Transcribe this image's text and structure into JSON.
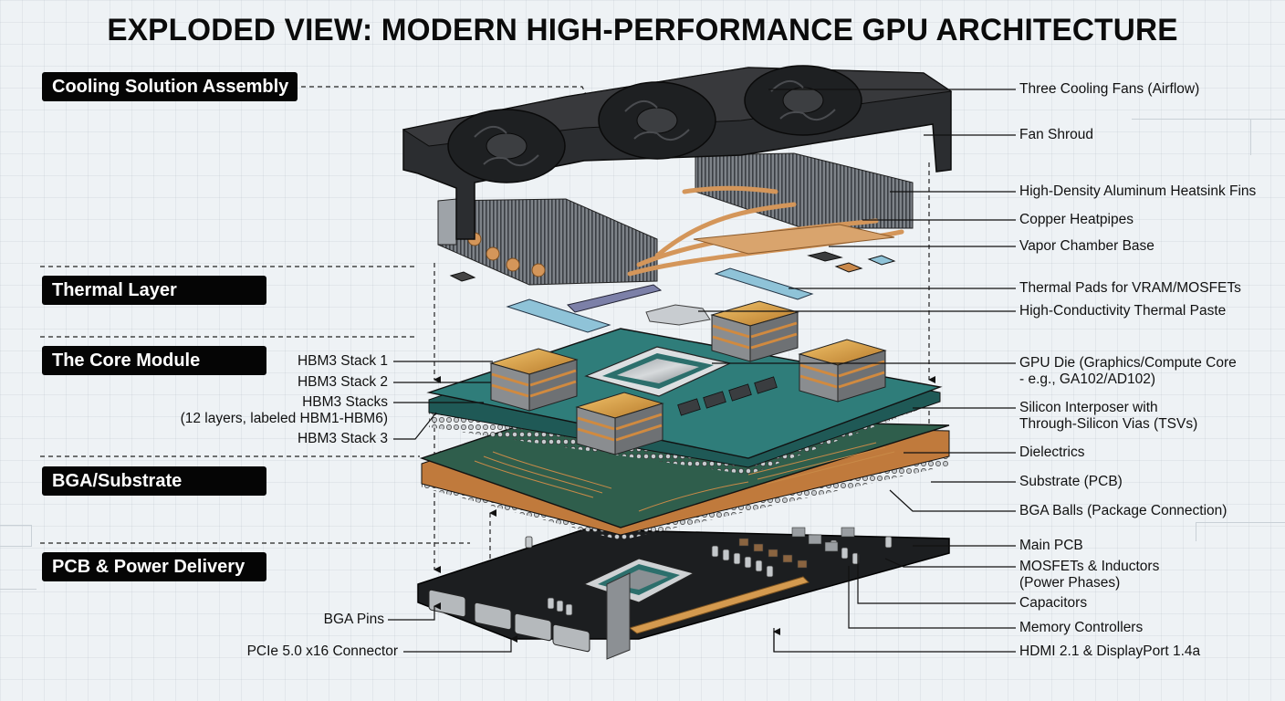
{
  "title": "EXPLODED VIEW: MODERN HIGH-PERFORMANCE GPU ARCHITECTURE",
  "sections": [
    {
      "id": "cooling",
      "label": "Cooling Solution Assembly"
    },
    {
      "id": "thermal",
      "label": "Thermal Layer"
    },
    {
      "id": "core",
      "label": "The Core Module"
    },
    {
      "id": "bga",
      "label": "BGA/Substrate"
    },
    {
      "id": "pcb",
      "label": "PCB & Power Delivery"
    }
  ],
  "left_callouts": [
    {
      "id": "hbm3-stack-1",
      "lines": [
        "HBM3 Stack 1"
      ]
    },
    {
      "id": "hbm3-stack-2",
      "lines": [
        "HBM3 Stack 2"
      ]
    },
    {
      "id": "hbm3-stacks",
      "lines": [
        "HBM3 Stacks",
        "(12 layers, labeled HBM1-HBM6)"
      ]
    },
    {
      "id": "hbm3-stack-3",
      "lines": [
        "HBM3 Stack 3"
      ]
    },
    {
      "id": "bga-pins",
      "lines": [
        "BGA Pins"
      ]
    },
    {
      "id": "pcie-connector",
      "lines": [
        "PCIe 5.0 x16 Connector"
      ]
    }
  ],
  "right_callouts": [
    {
      "id": "three-cooling-fans",
      "lines": [
        "Three Cooling Fans (Airflow)"
      ]
    },
    {
      "id": "fan-shroud",
      "lines": [
        "Fan Shroud"
      ]
    },
    {
      "id": "heatsink-fins",
      "lines": [
        "High-Density Aluminum Heatsink Fins"
      ]
    },
    {
      "id": "copper-heatpipes",
      "lines": [
        "Copper Heatpipes"
      ]
    },
    {
      "id": "vapor-chamber",
      "lines": [
        "Vapor Chamber Base"
      ]
    },
    {
      "id": "thermal-pads",
      "lines": [
        "Thermal Pads for VRAM/MOSFETs"
      ]
    },
    {
      "id": "thermal-paste",
      "lines": [
        "High-Conductivity Thermal Paste"
      ]
    },
    {
      "id": "gpu-die",
      "lines": [
        "GPU Die (Graphics/Compute Core",
        "- e.g., GA102/AD102)"
      ]
    },
    {
      "id": "silicon-interposer",
      "lines": [
        "Silicon Interposer with",
        "Through-Silicon Vias (TSVs)"
      ]
    },
    {
      "id": "dielectrics",
      "lines": [
        "Dielectrics"
      ]
    },
    {
      "id": "substrate",
      "lines": [
        "Substrate (PCB)"
      ]
    },
    {
      "id": "bga-balls",
      "lines": [
        "BGA Balls (Package Connection)"
      ]
    },
    {
      "id": "main-pcb",
      "lines": [
        "Main PCB"
      ]
    },
    {
      "id": "mosfets-inductors",
      "lines": [
        "MOSFETs & Inductors",
        "(Power Phases)"
      ]
    },
    {
      "id": "capacitors",
      "lines": [
        "Capacitors"
      ]
    },
    {
      "id": "memory-controllers",
      "lines": [
        "Memory Controllers"
      ]
    },
    {
      "id": "display-outputs",
      "lines": [
        "HDMI 2.1 & DisplayPort 1.4a"
      ]
    }
  ],
  "colors": {
    "section_bg": "#050505",
    "copper": "#d4965a",
    "interposer_teal": "#2f7d7a",
    "substrate_green": "#2f5e4c",
    "pcb_black": "#1c1e20",
    "shroud": "#2b2d30",
    "thermal_pad_blue": "#8fc3d8"
  }
}
